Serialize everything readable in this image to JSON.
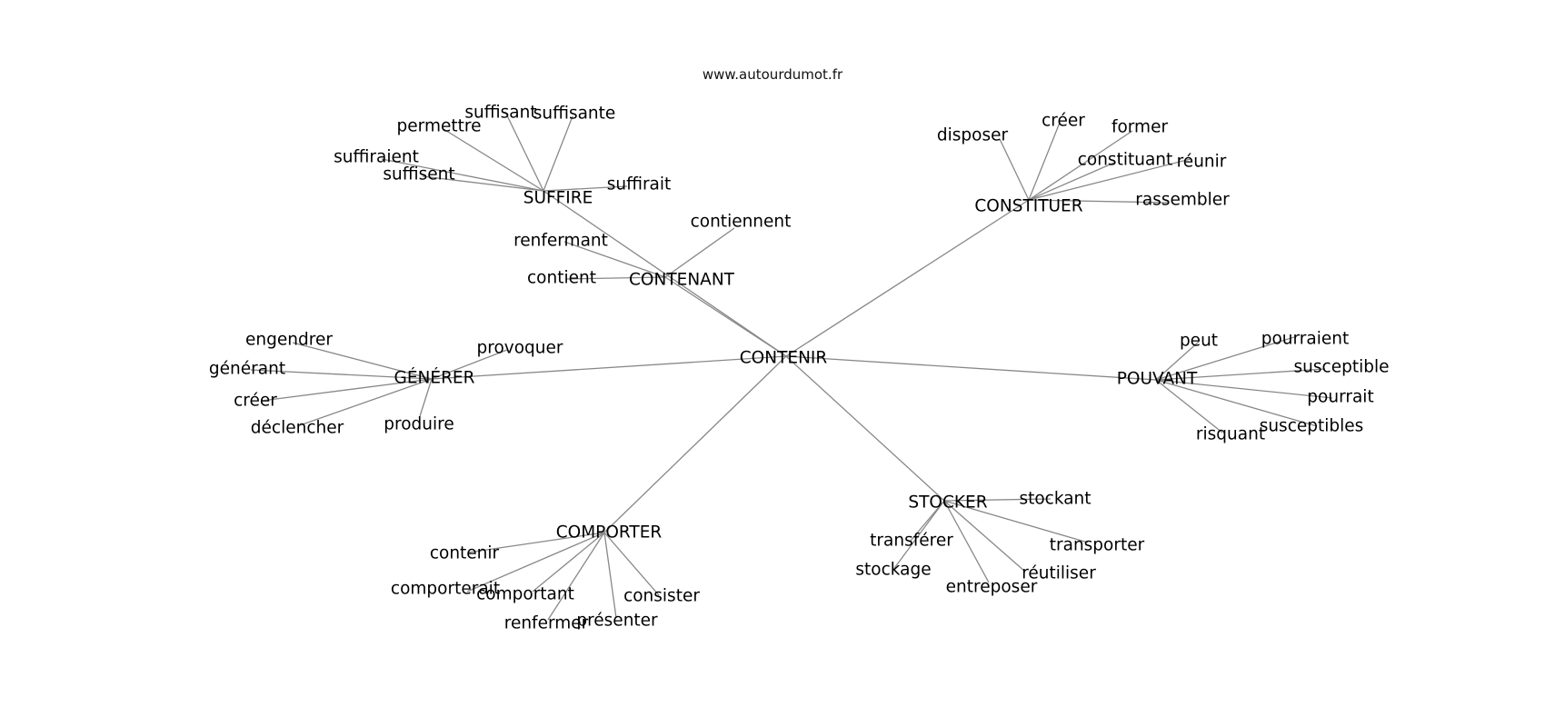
{
  "site": "www.autourdumot.fr",
  "center": "CONTENIR",
  "clusters": [
    {
      "hub": "SUFFIRE",
      "words": [
        "suffisant",
        "suffisante",
        "permettre",
        "suffiraient",
        "suffisent",
        "suffirait"
      ]
    },
    {
      "hub": "CONTENANT",
      "words": [
        "contiennent",
        "renfermant",
        "contient"
      ]
    },
    {
      "hub": "CONSTITUER",
      "words": [
        "disposer",
        "créer",
        "former",
        "constituant",
        "réunir",
        "rassembler"
      ]
    },
    {
      "hub": "GÉNÉRER",
      "words": [
        "engendrer",
        "générant",
        "créer",
        "déclencher",
        "provoquer",
        "produire"
      ]
    },
    {
      "hub": "POUVANT",
      "words": [
        "peut",
        "pourraient",
        "susceptible",
        "pourrait",
        "susceptibles",
        "risquant"
      ]
    },
    {
      "hub": "COMPORTER",
      "words": [
        "contenir",
        "comporterait",
        "comportant",
        "renfermer",
        "présenter",
        "consister"
      ]
    },
    {
      "hub": "STOCKER",
      "words": [
        "stockant",
        "transférer",
        "stockage",
        "transporter",
        "réutiliser",
        "entreposer"
      ]
    }
  ]
}
